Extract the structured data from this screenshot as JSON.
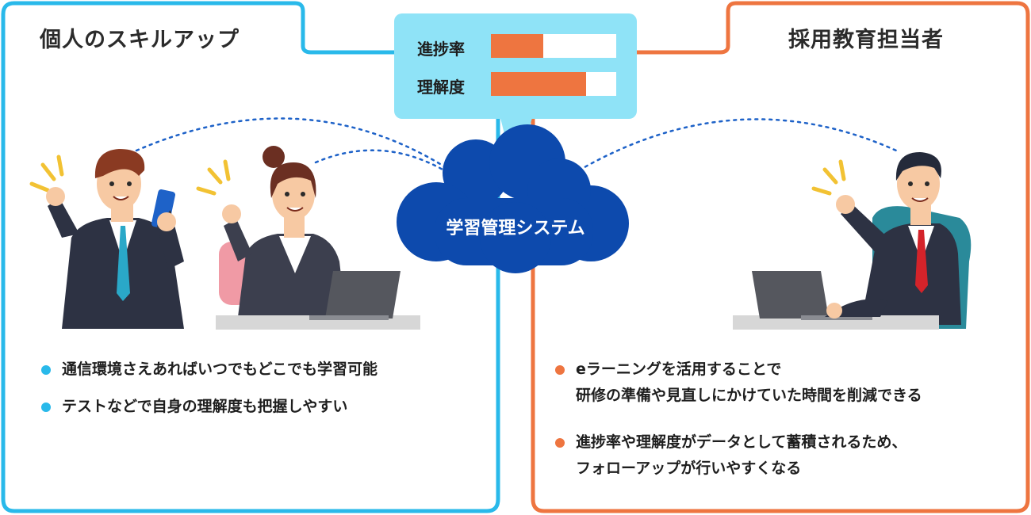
{
  "left_panel": {
    "title": "個人のスキルアップ",
    "accent": "#29b9ea",
    "bullets": [
      {
        "lines": [
          "通信環境さえあればいつでもどこでも学習可能"
        ]
      },
      {
        "lines": [
          "テストなどで自身の理解度も把握しやすい"
        ]
      }
    ]
  },
  "right_panel": {
    "title": "採用教育担当者",
    "accent": "#ee7540",
    "bullets": [
      {
        "lines": [
          "eラーニングを活用することで",
          "研修の準備や見直しにかけていた時間を削減できる"
        ]
      },
      {
        "lines": [
          "進捗率や理解度がデータとして蓄積されるため、",
          "フォローアップが行いやすくなる"
        ]
      }
    ]
  },
  "dashboard": {
    "background": "#8fe3f7",
    "bar_color": "#ee7540",
    "metrics": [
      {
        "label": "進捗率",
        "fraction": 0.42
      },
      {
        "label": "理解度",
        "fraction": 0.76
      }
    ]
  },
  "cloud": {
    "label": "学習管理システム",
    "color": "#0d4aad"
  }
}
